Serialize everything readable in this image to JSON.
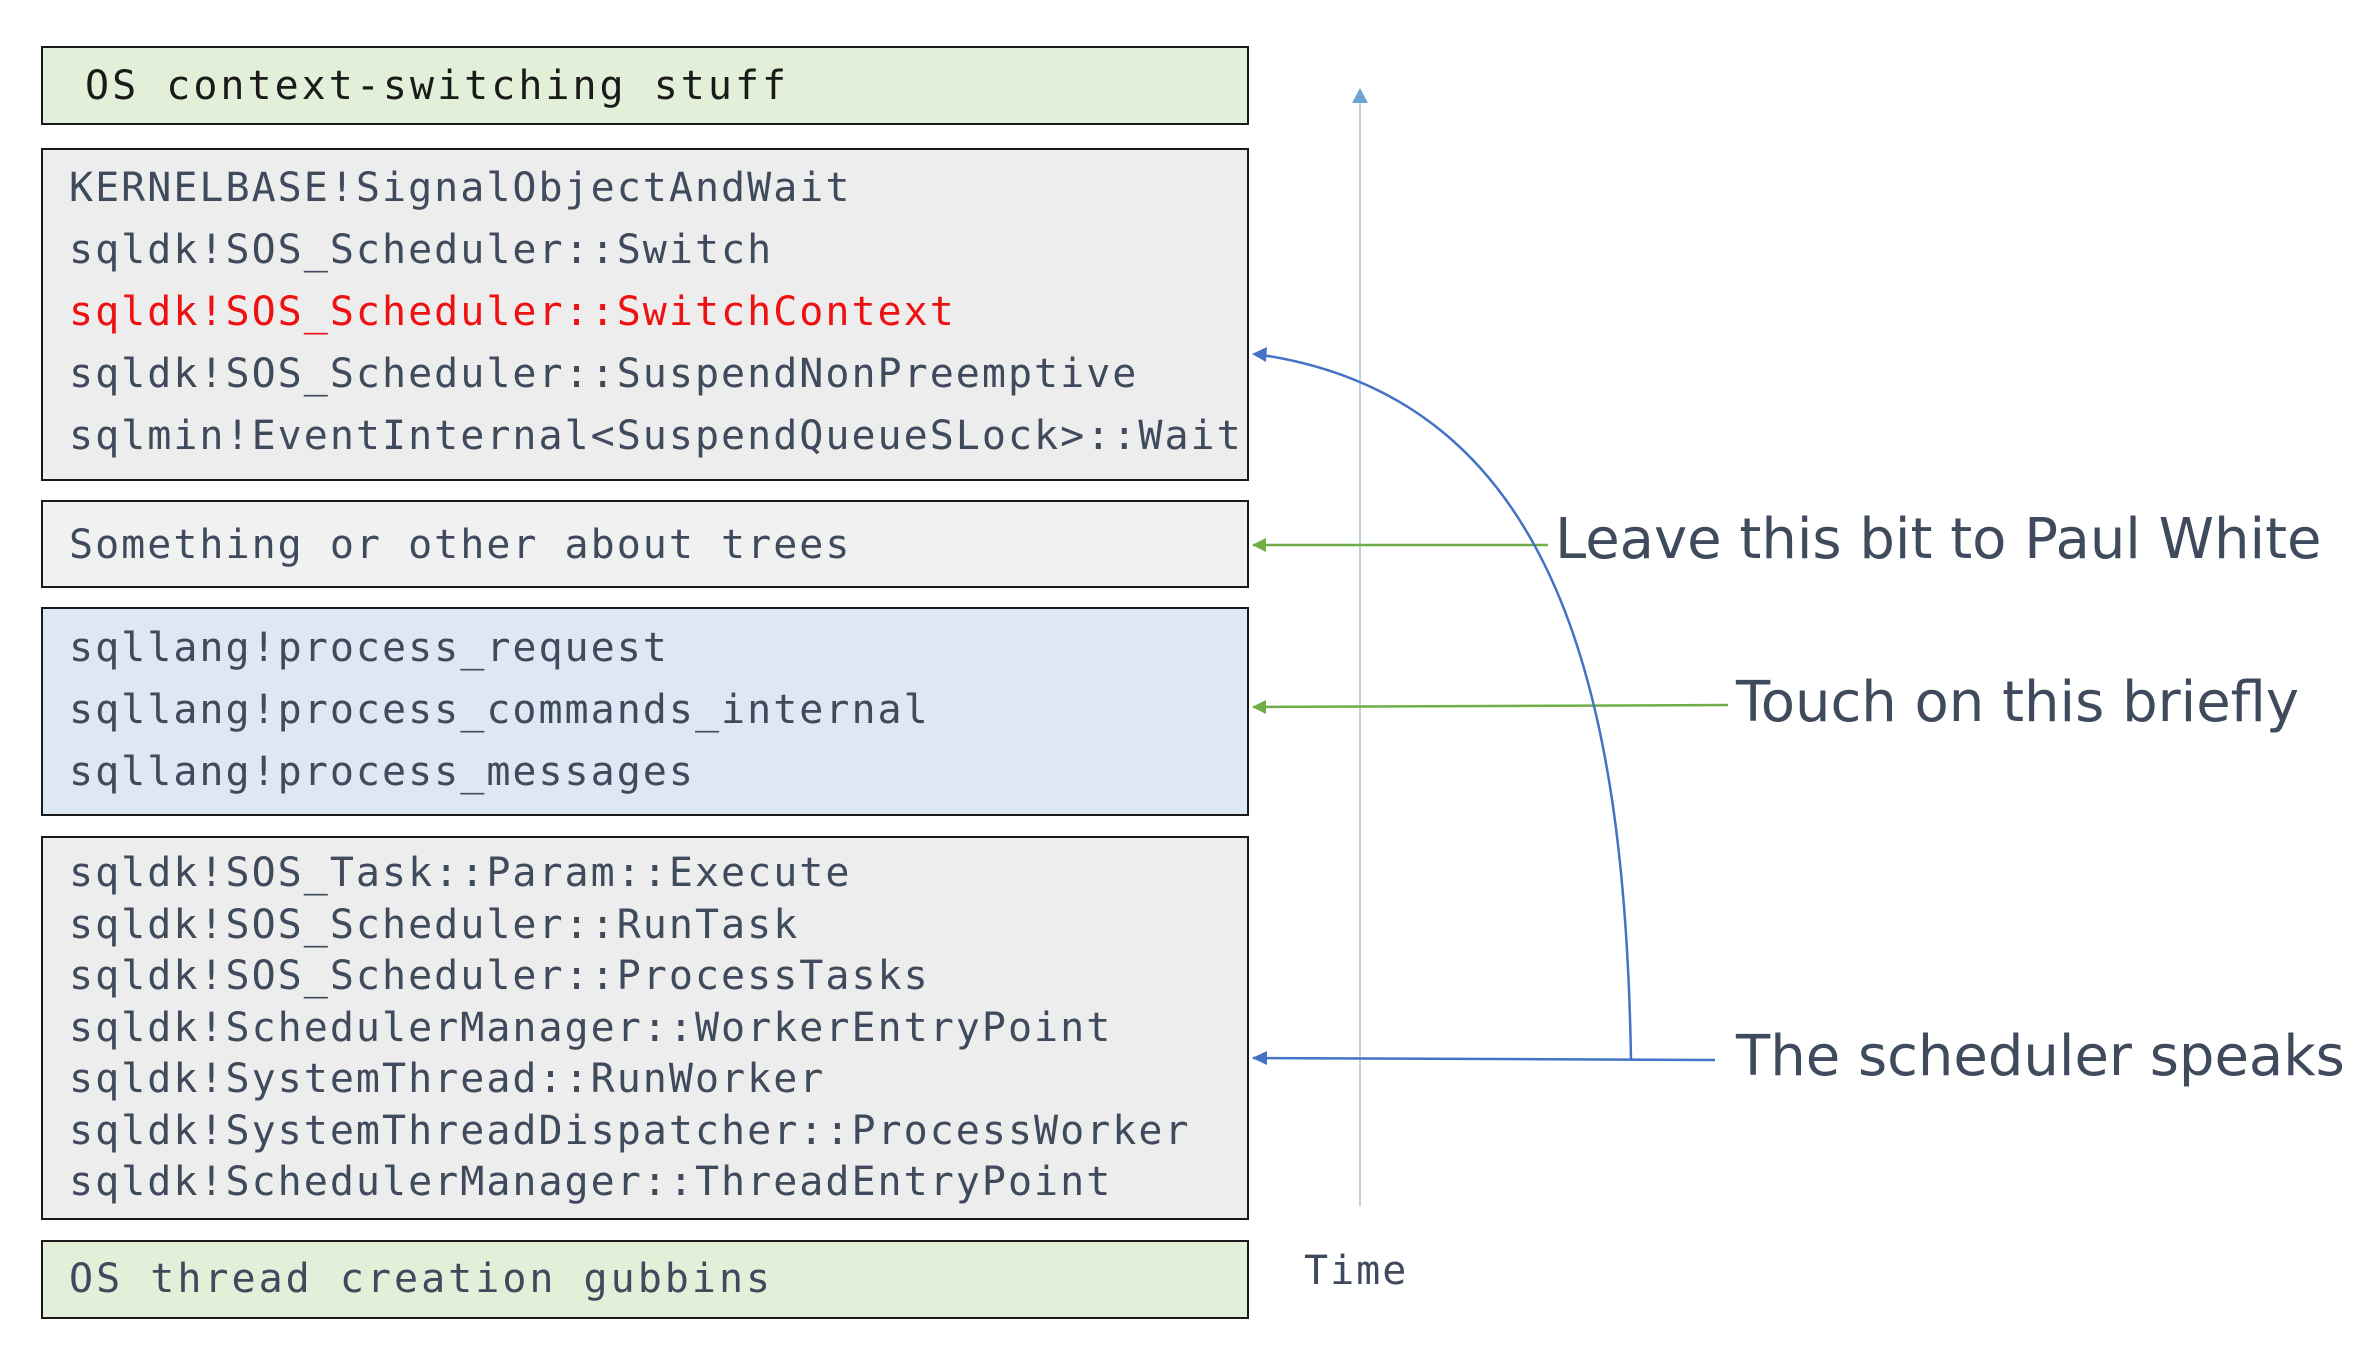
{
  "stack": {
    "os_context_switching": "OS context-switching stuff",
    "kernel_frames": [
      "KERNELBASE!SignalObjectAndWait",
      "sqldk!SOS_Scheduler::Switch",
      "sqldk!SOS_Scheduler::SwitchContext",
      "sqldk!SOS_Scheduler::SuspendNonPreemptive",
      "sqlmin!EventInternal<SuspendQueueSLock>::Wait"
    ],
    "trees": "Something or other about trees",
    "lang_frames": [
      "sqllang!process_request",
      "sqllang!process_commands_internal",
      "sqllang!process_messages"
    ],
    "scheduler_frames": [
      "sqldk!SOS_Task::Param::Execute",
      "sqldk!SOS_Scheduler::RunTask",
      "sqldk!SOS_Scheduler::ProcessTasks",
      "sqldk!SchedulerManager::WorkerEntryPoint",
      "sqldk!SystemThread::RunWorker",
      "sqldk!SystemThreadDispatcher::ProcessWorker",
      "sqldk!SchedulerManager::ThreadEntryPoint"
    ],
    "os_thread_creation": "OS thread creation gubbins"
  },
  "annotations": {
    "paul_white": "Leave this bit to Paul White",
    "touch_briefly": "Touch on this briefly",
    "scheduler_speaks": "The scheduler speaks"
  },
  "time_axis": {
    "label": "Time"
  },
  "colors": {
    "green_box": "#e2f0d9",
    "grey_box": "#ededed",
    "blue_box": "#dee8f4",
    "highlight_text": "#ee1111",
    "green_arrow": "#70ad47",
    "blue_arrow": "#4472c4",
    "time_axis": "#9dc3e6"
  }
}
